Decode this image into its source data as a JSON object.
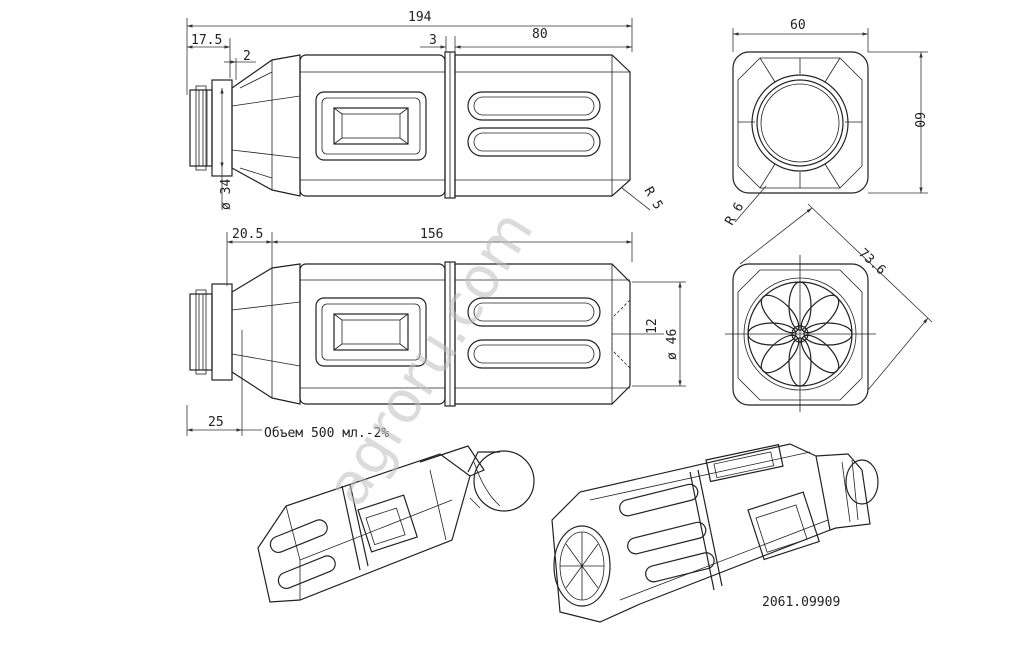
{
  "dimensions": {
    "overall_length": "194",
    "neck_offset": "17.5",
    "collar": "2",
    "gap": "3",
    "rear_length": "80",
    "end_width": "60",
    "end_height": "60",
    "neck_diameter": "ø 34",
    "fillet_side": "R 5",
    "corner_radius": "R 6",
    "finish_offset": "20.5",
    "body_length": "156",
    "base_diameter": "ø 46",
    "base_inset": "12",
    "volume_offset": "25",
    "diagonal": "73.6"
  },
  "volume_note": "Объем 500 мл.-2%",
  "drawing_code": "2061.09909",
  "watermark": "agroru.com"
}
